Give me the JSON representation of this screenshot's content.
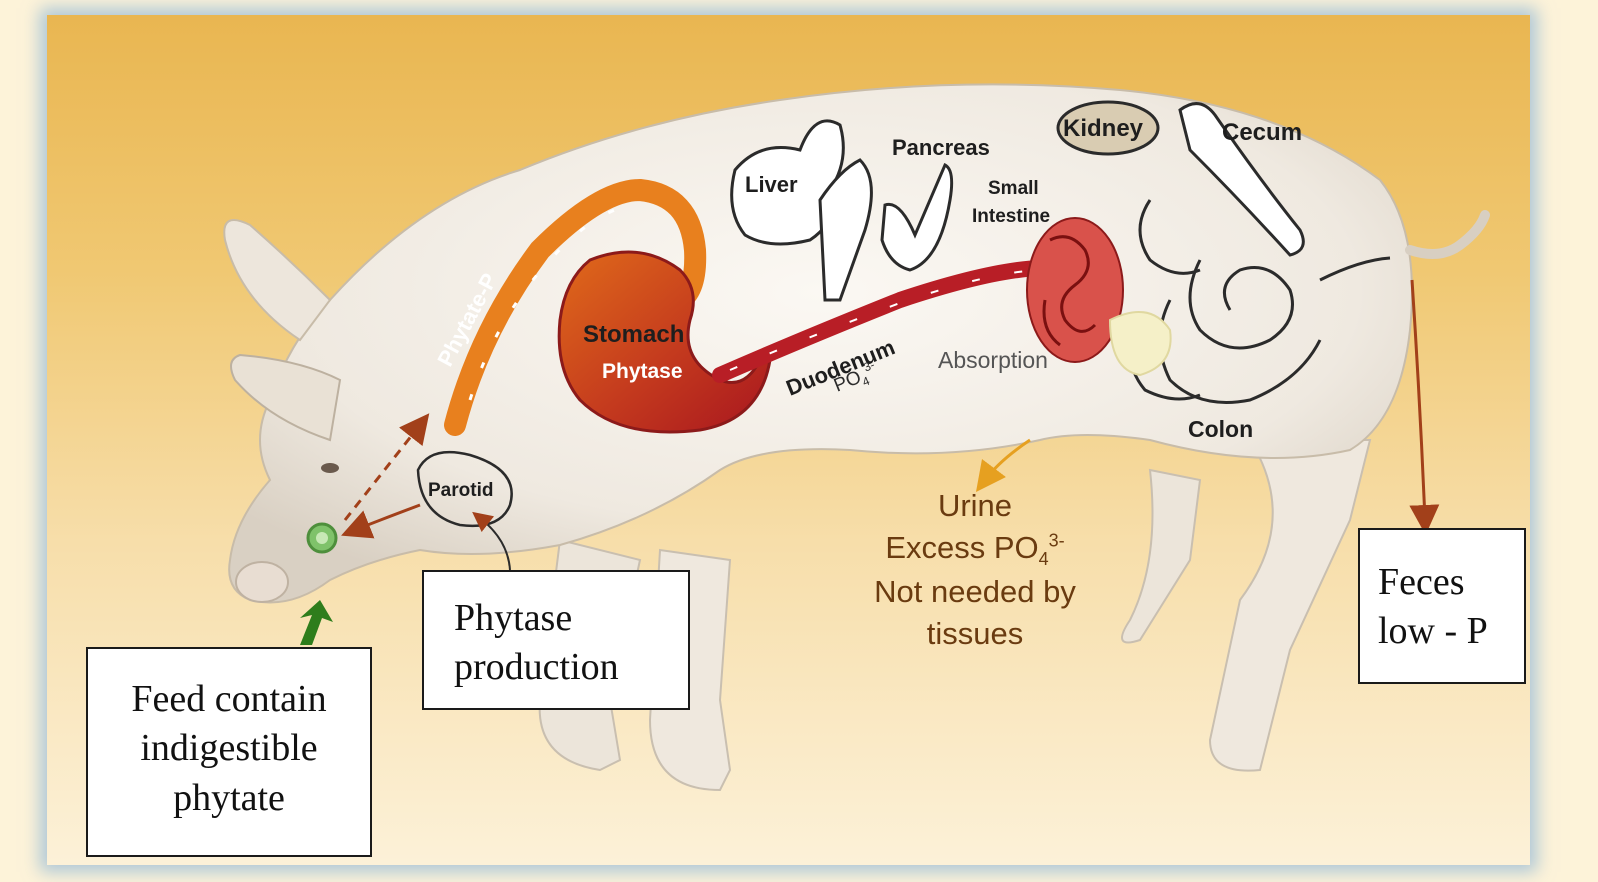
{
  "organs": {
    "liver": "Liver",
    "pancreas": "Pancreas",
    "kidney": "Kidney",
    "cecum": "Cecum",
    "small_intestine_line1": "Small",
    "small_intestine_line2": "Intestine",
    "stomach": "Stomach",
    "colon": "Colon",
    "parotid": "Parotid",
    "duodenum": "Duodenum"
  },
  "pathway": {
    "phytate_p": "Phytate-P",
    "phytase": "Phytase",
    "po4": "PO",
    "po4_sub": "4",
    "po4_sup": "3-",
    "absorption": "Absorption"
  },
  "urine": {
    "line1": "Urine",
    "line2": "Excess PO",
    "line2_sub": "4",
    "line2_sup": "3-",
    "line3": "Not needed by",
    "line4": "tissues"
  },
  "boxes": {
    "feed": [
      "Feed contain",
      "indigestible",
      "phytate"
    ],
    "phytase_production": [
      "Phytase",
      "production"
    ],
    "feces": [
      "Feces",
      "low - P"
    ]
  },
  "colors": {
    "esophagus": "#e8801e",
    "stomach": "#c8501a",
    "duodenum": "#b81e26",
    "intestine": "#d9524b",
    "kidney": "#d9ccb2",
    "arrow": "#a2401a",
    "feed_arrow": "#2e7d1c",
    "pig_body": "#f4efe8"
  }
}
